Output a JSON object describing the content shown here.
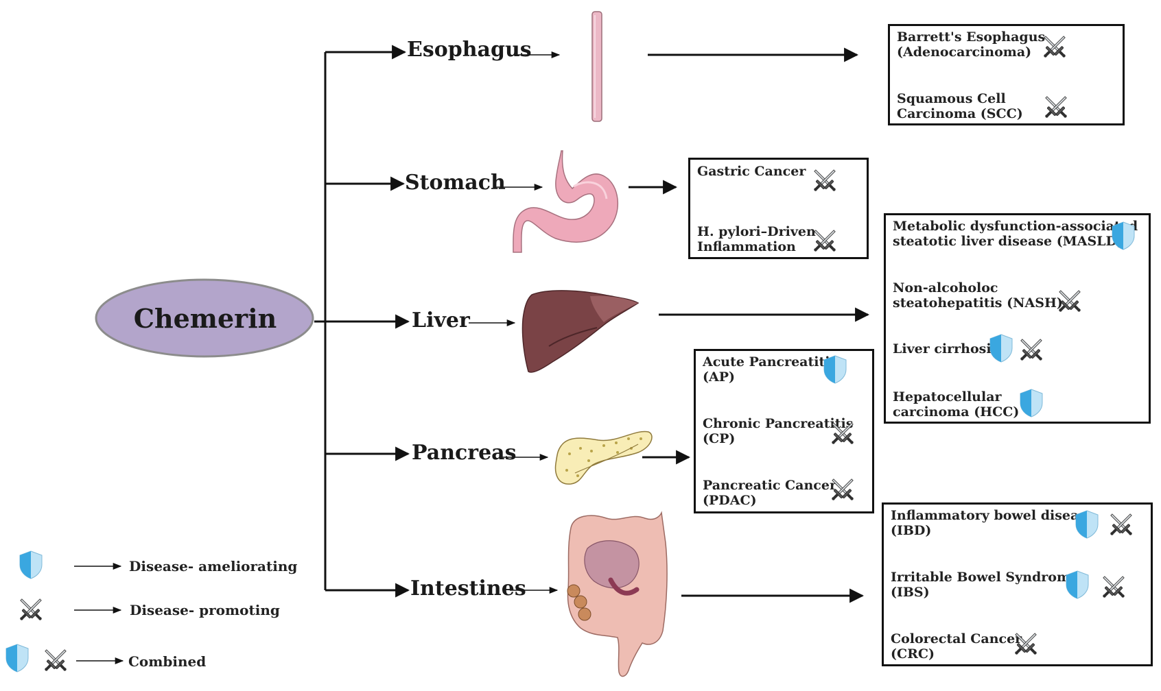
{
  "center": {
    "label": "Chemerin"
  },
  "organs": {
    "esophagus": "Esophagus",
    "stomach": "Stomach",
    "liver": "Liver",
    "pancreas": "Pancreas",
    "intestines": "Intestines"
  },
  "boxes": {
    "esophagus": [
      {
        "lines": [
          "Barrett's Esophagus",
          "(Adenocarcinoma)"
        ],
        "effect": "promoting"
      },
      {
        "lines": [
          "Squamous Cell",
          "Carcinoma (SCC)"
        ],
        "effect": "promoting"
      }
    ],
    "stomach": [
      {
        "lines": [
          "Gastric Cancer"
        ],
        "effect": "promoting"
      },
      {
        "lines": [
          "H. pylori–Driven",
          "Inflammation"
        ],
        "effect": "promoting"
      }
    ],
    "liver": [
      {
        "lines": [
          "Metabolic dysfunction-associated",
          "steatotic liver disease (MASLD)"
        ],
        "effect": "ameliorating"
      },
      {
        "lines": [
          "Non-alcoholoc",
          "steatohepatitis (NASH)"
        ],
        "effect": "promoting"
      },
      {
        "lines": [
          "Liver cirrhosis"
        ],
        "effect": "combined"
      },
      {
        "lines": [
          "Hepatocellular",
          "carcinoma (HCC)"
        ],
        "effect": "ameliorating"
      }
    ],
    "pancreas": [
      {
        "lines": [
          "Acute Pancreatitis",
          "(AP)"
        ],
        "effect": "ameliorating"
      },
      {
        "lines": [
          "Chronic Pancreatitis",
          "(CP)"
        ],
        "effect": "promoting"
      },
      {
        "lines": [
          "Pancreatic Cancer",
          "(PDAC)"
        ],
        "effect": "promoting"
      }
    ],
    "intestines": [
      {
        "lines": [
          "Inflammatory bowel disease",
          "(IBD)"
        ],
        "effect": "combined"
      },
      {
        "lines": [
          "Irritable Bowel Syndrome",
          "(IBS)"
        ],
        "effect": "combined"
      },
      {
        "lines": [
          "Colorectal Cancer",
          "(CRC)"
        ],
        "effect": "promoting"
      }
    ]
  },
  "legend": {
    "ameliorating": "Disease- ameliorating",
    "promoting": "Disease- promoting",
    "combined": "Combined"
  },
  "icons": {
    "ameliorating": "shield-icon",
    "promoting": "crossed-swords-icon",
    "combined": "shield-and-crossed-swords-icon"
  },
  "colors": {
    "center_fill": "#b3a5cb",
    "shield_light": "#bfe3f6",
    "shield_dark": "#3aa7e0",
    "esophagus": "#ecb8c6",
    "stomach": "#eea9ba",
    "liver": "#7a4346",
    "pancreas": "#f8edb6",
    "intestines": "#eebdb3"
  }
}
